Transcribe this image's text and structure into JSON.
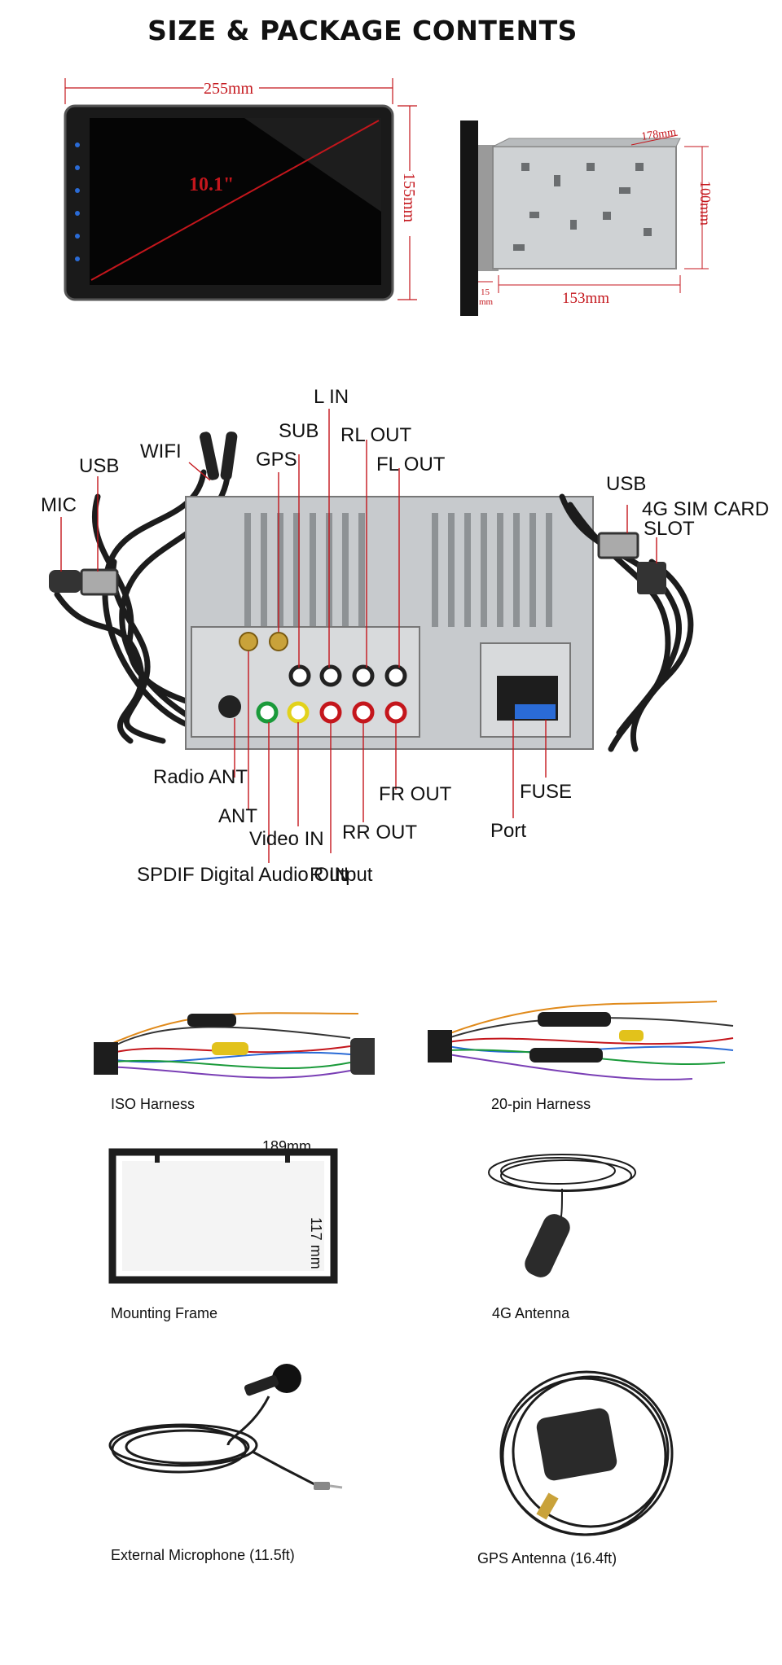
{
  "title": "SIZE & PACKAGE CONTENTS",
  "dimensions": {
    "front_width": "255mm",
    "front_height": "155mm",
    "screen_size": "10.1\"",
    "side_depth": "178mm",
    "side_height": "100mm",
    "side_body": "153mm",
    "side_front": "15\nmm",
    "side_front_a": "15",
    "side_front_b": "mm"
  },
  "ports": {
    "l_in": "L IN",
    "sub": "SUB",
    "rl_out": "RL OUT",
    "wifi": "WIFI",
    "gps": "GPS",
    "fl_out": "FL OUT",
    "usb_left": "USB",
    "mic": "MIC",
    "usb_right": "USB",
    "sim": "4G SIM CARD",
    "slot": "SLOT",
    "radio_ant": "Radio ANT",
    "ant": "ANT",
    "video_in": "Video IN",
    "spdif": "SPDIF Digital Audio Output",
    "r_in": "R IN",
    "rr_out": "RR OUT",
    "fr_out": "FR OUT",
    "fuse": "FUSE",
    "port": "Port"
  },
  "package": {
    "iso_harness": "ISO Harness",
    "pin_harness": "20-pin Harness",
    "frame_width": "189mm",
    "frame_height": "117 mm",
    "mounting_frame": "Mounting Frame",
    "antenna_4g": "4G Antenna",
    "microphone": "External Microphone (11.5ft)",
    "gps_antenna": "GPS Antenna (16.4ft)"
  }
}
